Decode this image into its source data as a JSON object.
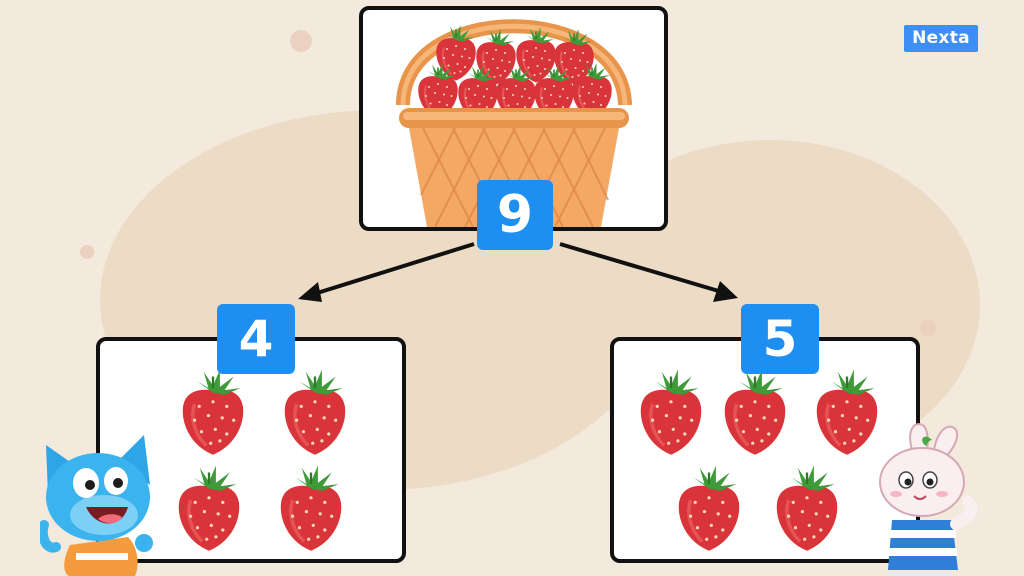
{
  "brand": {
    "logo_text": "Nexta"
  },
  "whole": {
    "number": "9",
    "strawberry_count": 9,
    "icon": "strawberry-basket"
  },
  "parts": [
    {
      "number": "4",
      "strawberry_count": 4
    },
    {
      "number": "5",
      "strawberry_count": 5
    }
  ],
  "colors": {
    "background": "#f3e9dc",
    "badge": "#1f8ef1",
    "strawberry": "#d9343a",
    "leaf": "#3f9a3a"
  },
  "characters": [
    "blue-cat-character",
    "bunny-character"
  ]
}
